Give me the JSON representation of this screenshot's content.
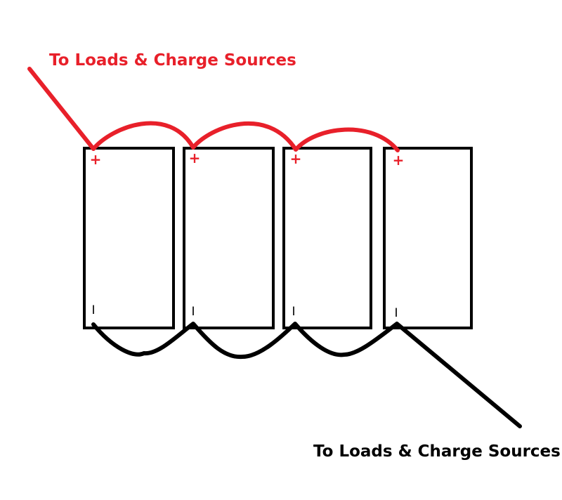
{
  "labels": {
    "positive_lead": "To Loads & Charge Sources",
    "negative_lead": "To Loads & Charge Sources"
  },
  "terminals": {
    "positive_symbol": "+",
    "negative_symbol": "I"
  },
  "batteries": [
    {
      "id": "battery-1"
    },
    {
      "id": "battery-2"
    },
    {
      "id": "battery-3"
    },
    {
      "id": "battery-4"
    }
  ],
  "colors": {
    "positive_wire": "#e8202a",
    "negative_wire": "#000000",
    "battery_outline": "#000000"
  }
}
